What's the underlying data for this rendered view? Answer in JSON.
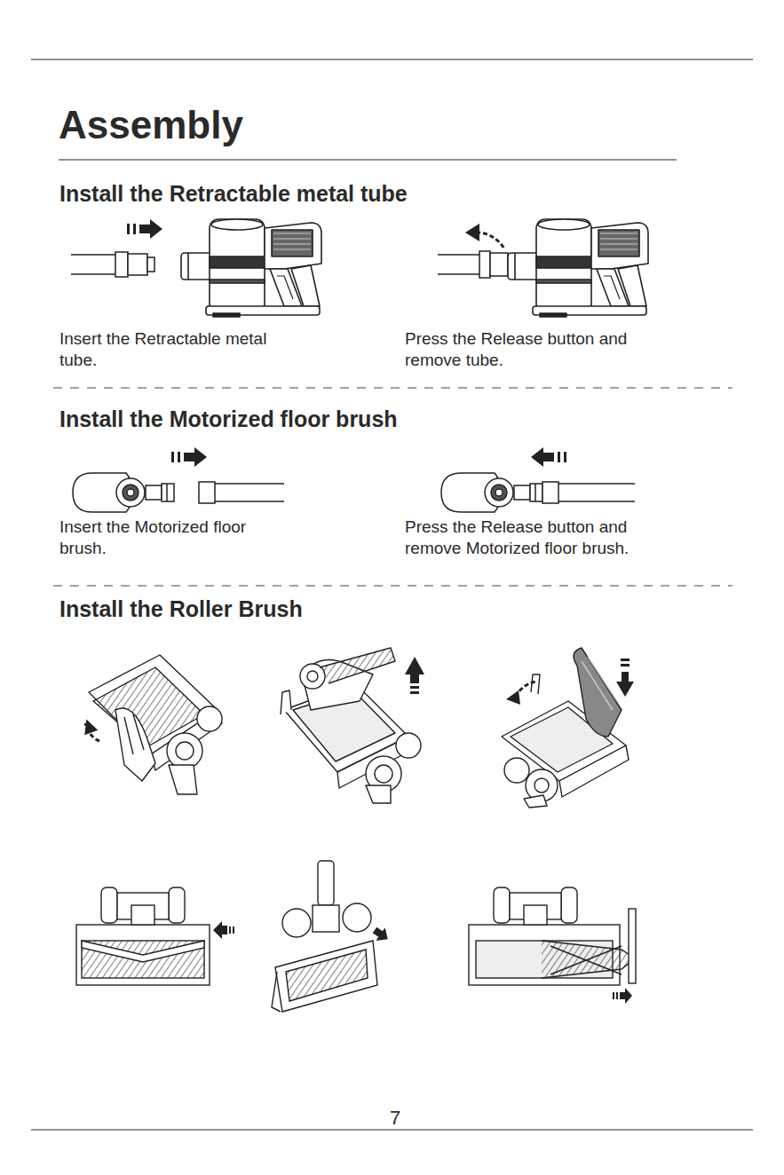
{
  "diagram": {
    "title": "Assembly",
    "labels": [
      "Install the Retractable metal tube",
      "Insert the Retractable metal tube.",
      "Press the Release button and remove tube.",
      "Install the Motorized floor brush",
      "Insert the Motorized floor brush.",
      "Press the Release button and remove Motorized floor brush.",
      "Install the Roller Brush",
      "7"
    ]
  }
}
